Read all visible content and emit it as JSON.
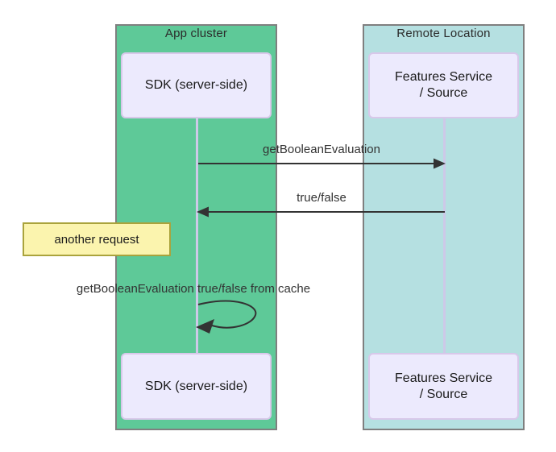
{
  "diagram": {
    "type": "sequence-diagram",
    "lanes": [
      {
        "title": "App cluster"
      },
      {
        "title": "Remote Location"
      }
    ],
    "participants": [
      {
        "id": "sdk-top",
        "label": "SDK (server-side)"
      },
      {
        "id": "features-top",
        "line1": "Features Service",
        "line2": "/ Source"
      },
      {
        "id": "sdk-bottom",
        "label": "SDK (server-side)"
      },
      {
        "id": "features-bottom",
        "line1": "Features Service",
        "line2": "/ Source"
      }
    ],
    "messages": [
      {
        "label": "getBooleanEvaluation",
        "direction": "right"
      },
      {
        "label": "true/false",
        "direction": "left"
      },
      {
        "label": "getBooleanEvaluation true/false from cache",
        "direction": "self-loop"
      }
    ],
    "note": {
      "text": "another request"
    }
  },
  "colors": {
    "app_cluster_fill": "#5ec998",
    "remote_location_fill": "#b5e0e1",
    "lane_border": "#7f7f7f",
    "participant_fill": "#eceafd",
    "participant_border": "#d8c8ea",
    "lifeline": "#cdc9e8",
    "note_fill": "#fbf4ae",
    "note_border": "#aaa33c",
    "arrow": "#333333"
  }
}
